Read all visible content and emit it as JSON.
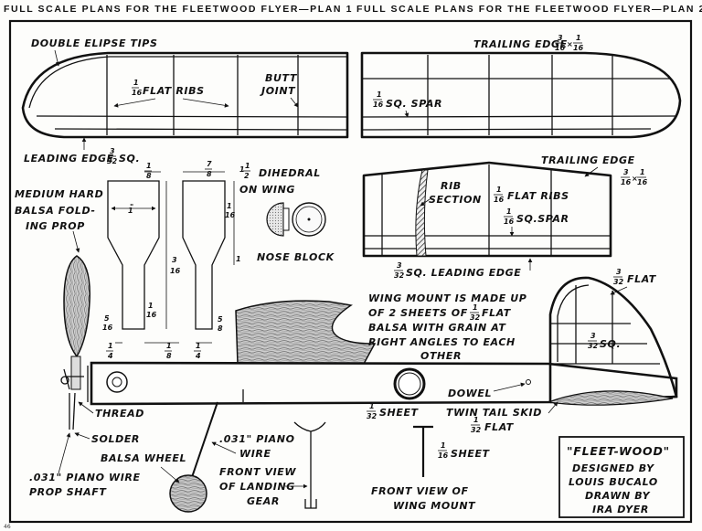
{
  "header": {
    "left": "FULL SCALE PLANS FOR THE FLEETWOOD FLYER—PLAN 1",
    "right": "FULL SCALE PLANS FOR THE FLEETWOOD FLYER—PLAN 2"
  },
  "labels": {
    "double_elipse_tips": "DOUBLE ELIPSE TIPS",
    "flat_ribs_1": "FLAT RIBS",
    "butt": "BUTT",
    "joint": "JOINT",
    "leading_edge_sq": "LEADING EDGE",
    "sq": "SQ.",
    "trailing_edge_top": "TRAILING EDGE",
    "sq_spar_1": "SQ. SPAR",
    "dihedral_1": "DIHEDRAL",
    "dihedral_2": "ON WING",
    "nose_block": "NOSE BLOCK",
    "rib": "RIB",
    "section": "SECTION",
    "flat_ribs_2": "FLAT RIBS",
    "sq_spar_2": "SQ.SPAR",
    "trailing_edge_2": "TRAILING EDGE",
    "sq_leading_edge": "SQ. LEADING EDGE",
    "prop_1": "MEDIUM HARD",
    "prop_2": "BALSA FOLD-",
    "prop_3": "ING PROP",
    "mount_1": "WING MOUNT IS MADE UP",
    "mount_2": "OF 2 SHEETS OF",
    "mount_2b": "FLAT",
    "mount_3": "BALSA WITH GRAIN AT",
    "mount_4": "RIGHT ANGLES TO EACH",
    "mount_5": "OTHER",
    "flat_tail": "FLAT",
    "sq_tail": "SQ.",
    "dowel": "DOWEL",
    "thread": "THREAD",
    "solder": "SOLDER",
    "sheet_1": "SHEET",
    "skid_1": "TWIN TAIL SKID",
    "skid_2": "FLAT",
    "piano_1": ".031\" PIANO",
    "piano_2": "WIRE",
    "balsa_wheel": "BALSA WHEEL",
    "sheet_2": "SHEET",
    "shaft_1": ".031\" PIANO WIRE",
    "shaft_2": "PROP SHAFT",
    "gear_1": "FRONT VIEW",
    "gear_2": "OF LANDING",
    "gear_3": "GEAR",
    "mountview_1": "FRONT VIEW OF",
    "mountview_2": "WING MOUNT",
    "page_num": "46"
  },
  "fractions": {
    "three": "3",
    "sixteen": "16",
    "one": "1",
    "thirtytwo": "32",
    "eight": "8",
    "four": "4",
    "seven": "7",
    "five": "5",
    "one_half_whole": "1",
    "two": "2",
    "three_sixteenth": "3⁄​16",
    "quote": "\""
  },
  "credits": {
    "title": "\"FLEET-WOOD\"",
    "line1": "DESIGNED BY",
    "line2": "LOUIS BUCALO",
    "line3": "DRAWN BY",
    "line4": "IRA DYER"
  },
  "colors": {
    "ink": "#111111",
    "paper": "#fdfdfb",
    "wood": "#555555"
  }
}
